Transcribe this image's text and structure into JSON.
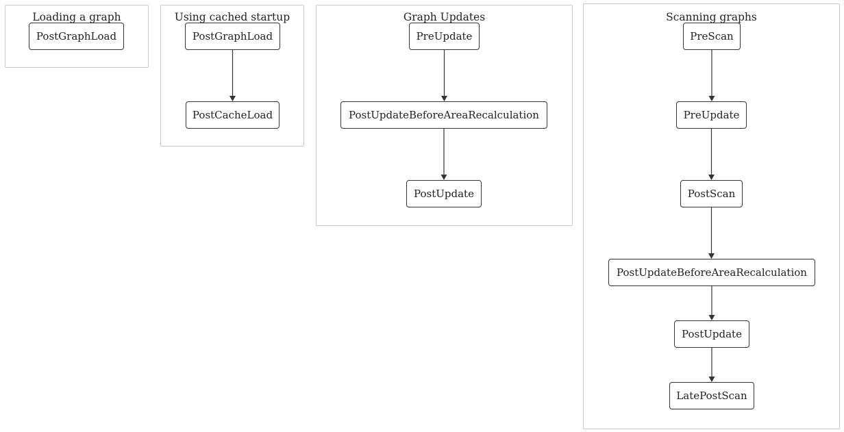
{
  "clusters": [
    {
      "title": "Loading a graph",
      "nodes": [
        "PostGraphLoad"
      ]
    },
    {
      "title": "Using cached startup",
      "nodes": [
        "PostGraphLoad",
        "PostCacheLoad"
      ]
    },
    {
      "title": "Graph Updates",
      "nodes": [
        "PreUpdate",
        "PostUpdateBeforeAreaRecalculation",
        "PostUpdate"
      ]
    },
    {
      "title": "Scanning graphs",
      "nodes": [
        "PreScan",
        "PreUpdate",
        "PostScan",
        "PostUpdateBeforeAreaRecalculation",
        "PostUpdate",
        "LatePostScan"
      ]
    }
  ],
  "edges": [
    {
      "cluster": 1,
      "from": 0,
      "to": 1
    },
    {
      "cluster": 2,
      "from": 0,
      "to": 1
    },
    {
      "cluster": 2,
      "from": 1,
      "to": 2
    },
    {
      "cluster": 3,
      "from": 0,
      "to": 1
    },
    {
      "cluster": 3,
      "from": 1,
      "to": 2
    },
    {
      "cluster": 3,
      "from": 2,
      "to": 3
    },
    {
      "cluster": 3,
      "from": 3,
      "to": 4
    },
    {
      "cluster": 3,
      "from": 4,
      "to": 5
    }
  ]
}
